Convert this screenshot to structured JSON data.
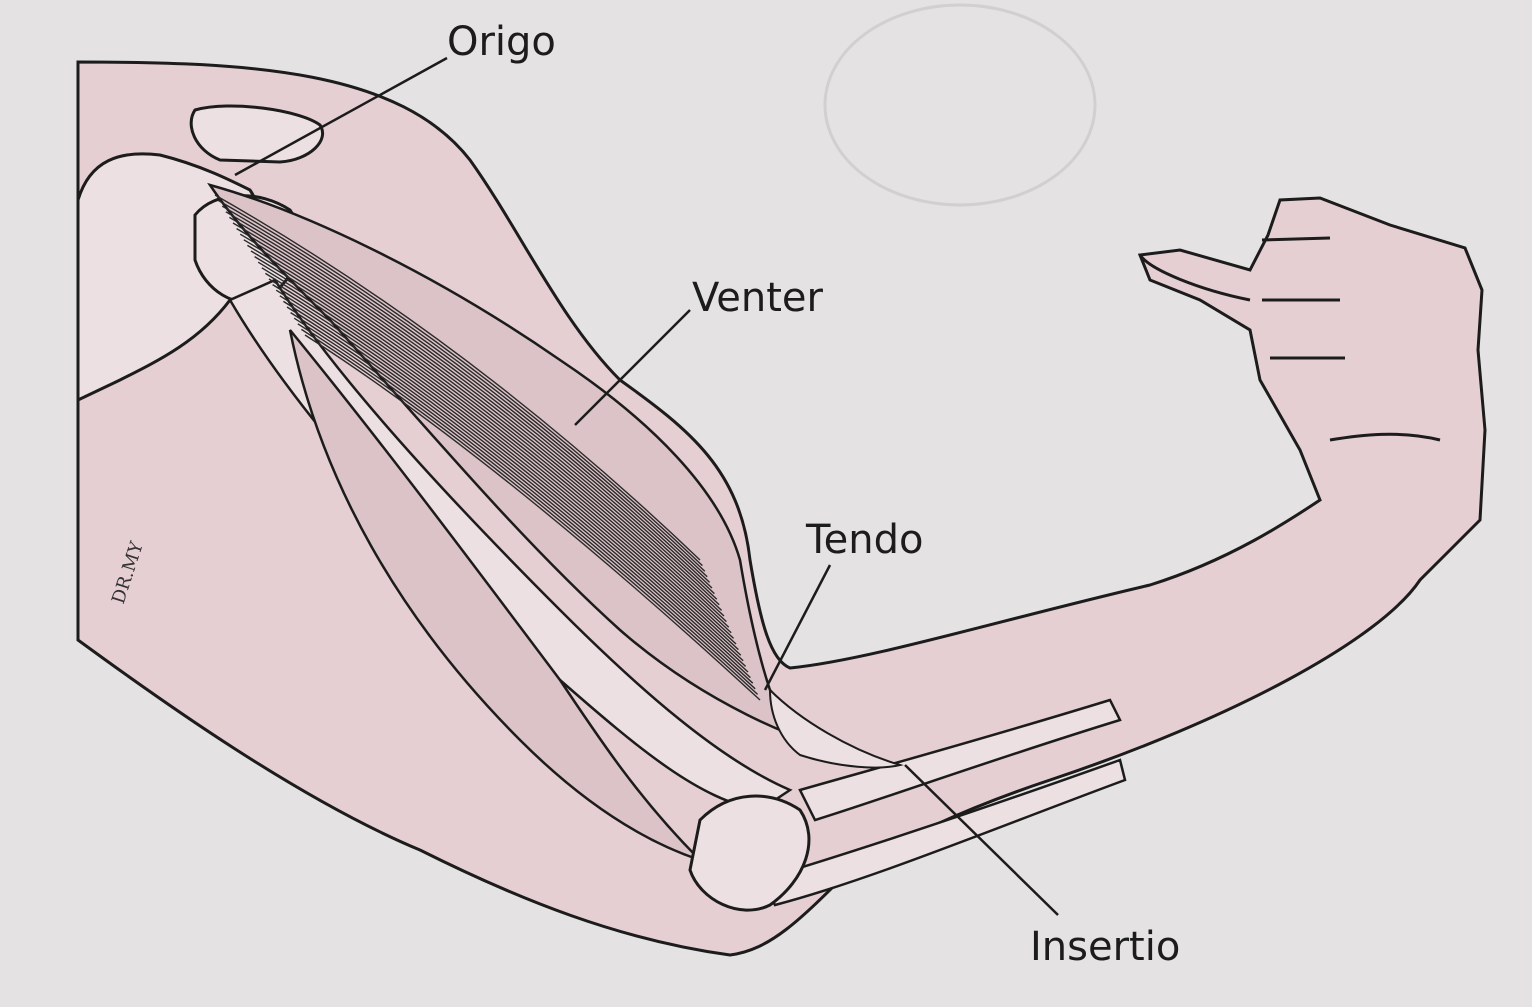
{
  "figure": {
    "labels": {
      "origin": "Origo",
      "belly": "Venter",
      "tendon": "Tendo",
      "insertion": "Insertio"
    },
    "signature": "DR.MY",
    "colors": {
      "paper": "#e4e2e3",
      "skin": "#e6cfd3",
      "bone": "#ece0e2",
      "ink": "#1c1c1c"
    }
  }
}
